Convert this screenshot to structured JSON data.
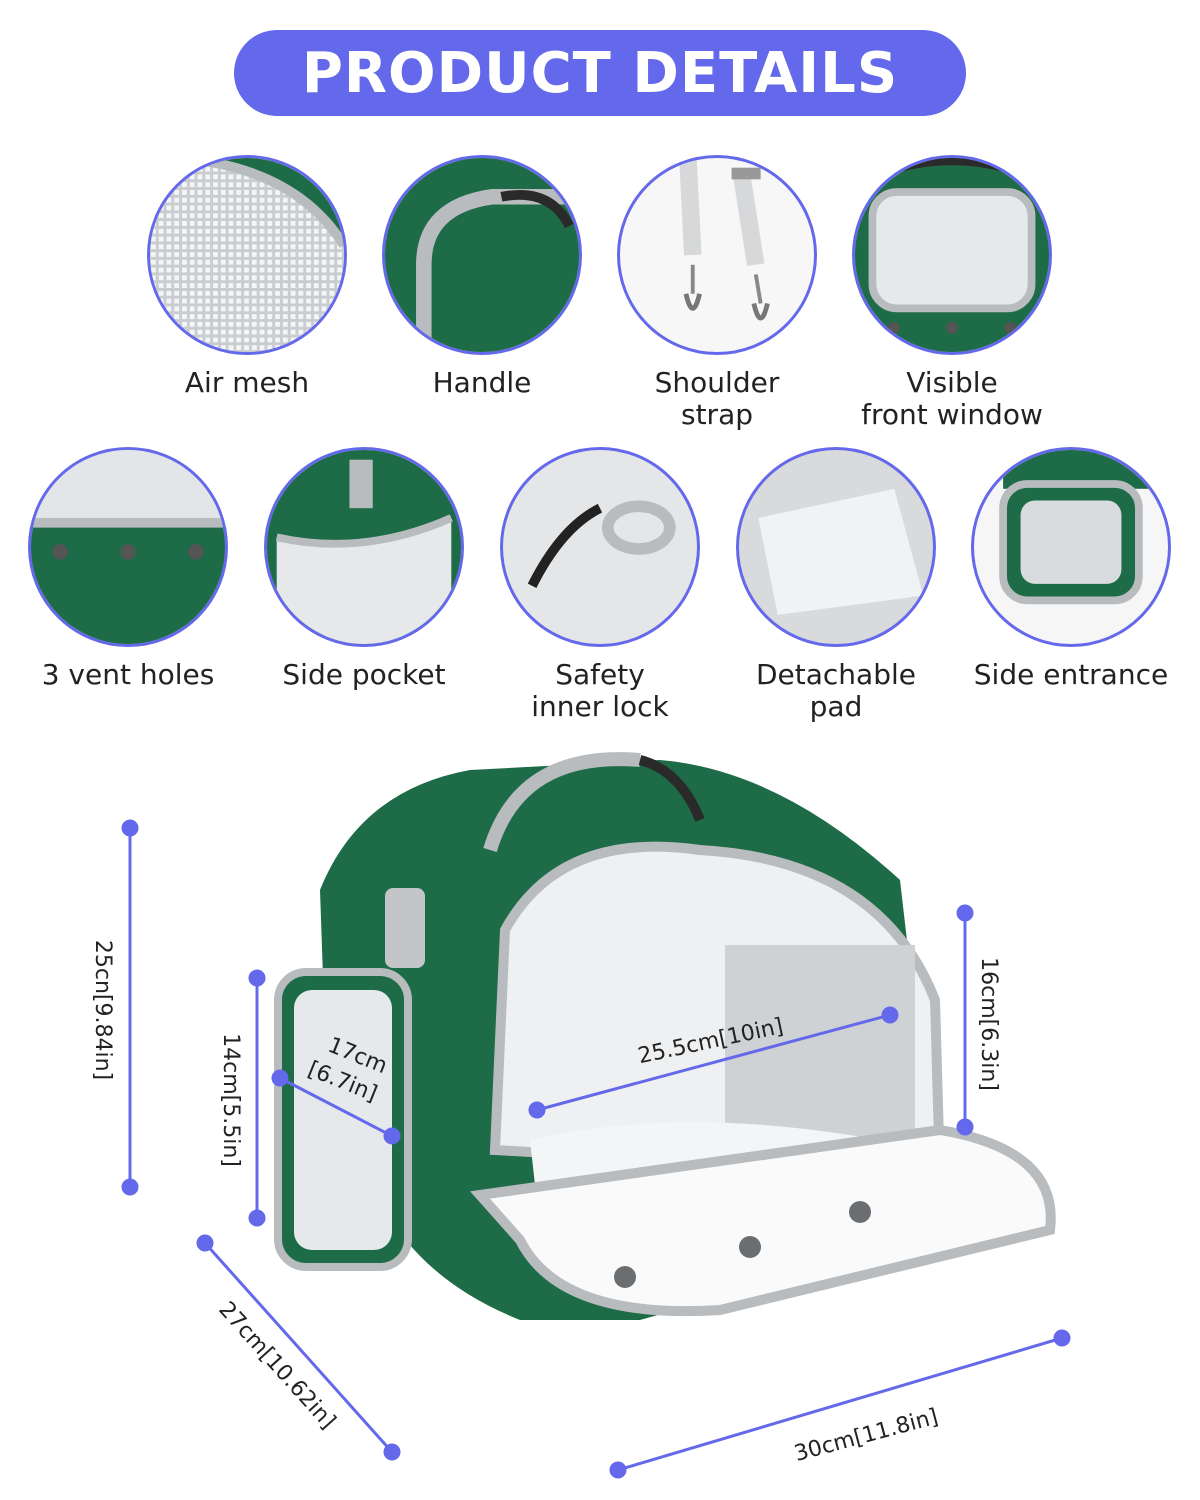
{
  "title": "PRODUCT DETAILS",
  "features": [
    {
      "label": "Air mesh",
      "icon": "air-mesh-icon"
    },
    {
      "label": "Handle",
      "icon": "handle-icon"
    },
    {
      "label": "Shoulder\nstrap",
      "icon": "shoulder-strap-icon"
    },
    {
      "label": "Visible\nfront window",
      "icon": "front-window-icon"
    },
    {
      "label": "3 vent holes",
      "icon": "vent-holes-icon"
    },
    {
      "label": "Side pocket",
      "icon": "side-pocket-icon"
    },
    {
      "label": "Safety\ninner lock",
      "icon": "inner-lock-icon"
    },
    {
      "label": "Detachable\npad",
      "icon": "detachable-pad-icon"
    },
    {
      "label": "Side entrance",
      "icon": "side-entrance-icon"
    }
  ],
  "dimensions": {
    "height_total": "25cn[9.84in]",
    "side_height": "14cm[5.5in]",
    "side_width_cm": "17cm",
    "side_width_in": "[6.7in]",
    "inner_width": "25.5cm[10in]",
    "opening_height": "16cm[6.3in]",
    "depth": "27cm[10.62in]",
    "length": "30cm[11.8in]"
  },
  "colors": {
    "accent": "#6468ea",
    "bag_green": "#1e6b47",
    "trim_gray": "#b9bcbf"
  }
}
